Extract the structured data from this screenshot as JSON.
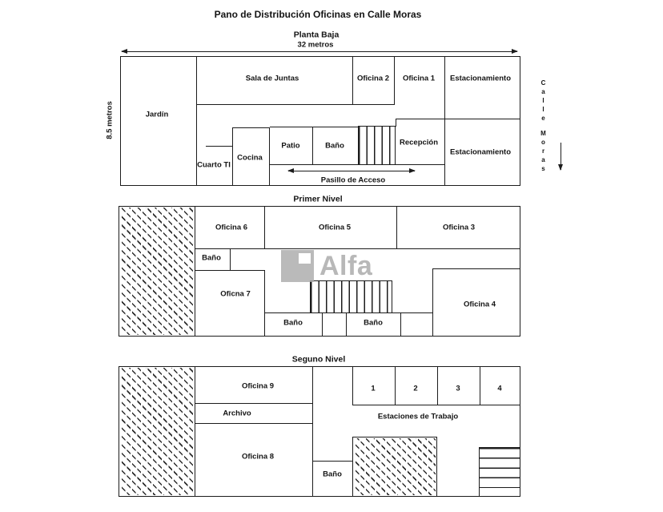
{
  "title": "Pano de Distribución Oficinas en Calle Moras",
  "watermark": "Alfa",
  "street": {
    "word_1": "Calle",
    "word_2": "Moras"
  },
  "planta_baja": {
    "label": "Planta Baja",
    "width_dim": "32 metros",
    "height_dim": "8.5 metros",
    "rooms": {
      "jardin": "Jardín",
      "sala_de_juntas": "Sala de Juntas",
      "oficina_2": "Oficina 2",
      "oficina_1": "Oficina 1",
      "estacionamiento_1": "Estacionamiento",
      "estacionamiento_2": "Estacionamiento",
      "cuarto_ti": "Cuarto TI",
      "cocina": "Cocina",
      "patio": "Patio",
      "bano": "Baño",
      "recepcion": "Recepción",
      "pasillo": "Pasillo de Acceso"
    }
  },
  "primer_nivel": {
    "label": "Primer Nivel",
    "rooms": {
      "oficina_6": "Oficina 6",
      "oficina_5": "Oficina 5",
      "oficina_3": "Oficina 3",
      "bano_chico": "Baño",
      "oficina_7": "Oficna 7",
      "oficina_4": "Oficina 4",
      "bano_1": "Baño",
      "bano_2": "Baño"
    }
  },
  "segundo_nivel": {
    "label": "Seguno Nivel",
    "rooms": {
      "oficina_9": "Oficina 9",
      "archivo": "Archivo",
      "oficina_8": "Oficina 8",
      "bano": "Baño"
    },
    "workstations": {
      "label": "Estaciones de Trabajo",
      "numbers": [
        "1",
        "2",
        "3",
        "4"
      ]
    }
  }
}
